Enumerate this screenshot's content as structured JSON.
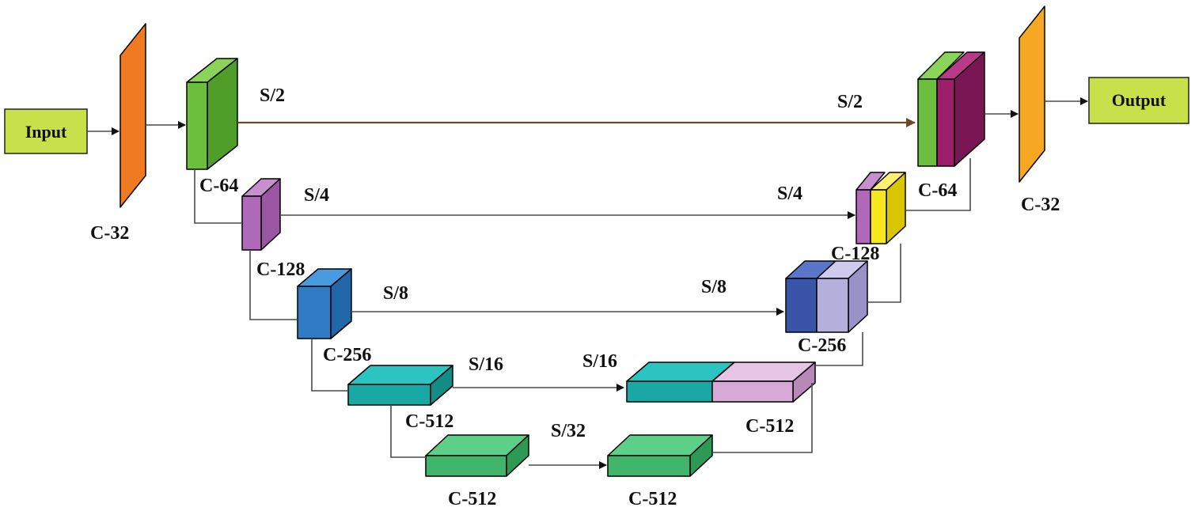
{
  "io": {
    "input_label": "Input",
    "output_label": "Output",
    "box_color": "#c8e04a"
  },
  "encoder": {
    "c32_label": "C-32",
    "c64_label": "C-64",
    "c128_label": "C-128",
    "c256_label": "C-256",
    "c512_label": "C-512",
    "bottom_left_label": "C-512"
  },
  "decoder": {
    "bottom_right_label": "C-512",
    "c512_label": "C-512",
    "c256_label": "C-256",
    "c128_label": "C-128",
    "c64_label": "C-64",
    "c32_label": "C-32"
  },
  "skips": {
    "s2_left": "S/2",
    "s2_right": "S/2",
    "s4_left": "S/4",
    "s4_right": "S/4",
    "s8_left": "S/8",
    "s8_right": "S/8",
    "s16_left": "S/16",
    "s16_right": "S/16",
    "s32": "S/32"
  },
  "colors": {
    "c32_encoder": "#f07a22",
    "c32_decoder": "#f7a823",
    "c64_encoder": "#6cbf3c",
    "c64_decoder_concat": "#9b1f6a",
    "c128_encoder": "#b068b8",
    "c128_decoder_concat": "#f7e81e",
    "c256_encoder": "#2f7cc4",
    "c256_decoder_main": "#3a55a8",
    "c256_decoder_concat": "#b4b0dc",
    "c512_encoder": "#1aa8a4",
    "c512_decoder_concat": "#d7a9d6",
    "bottleneck": "#3fb46a",
    "skip_s2_arrow": "#6b4a2a"
  }
}
